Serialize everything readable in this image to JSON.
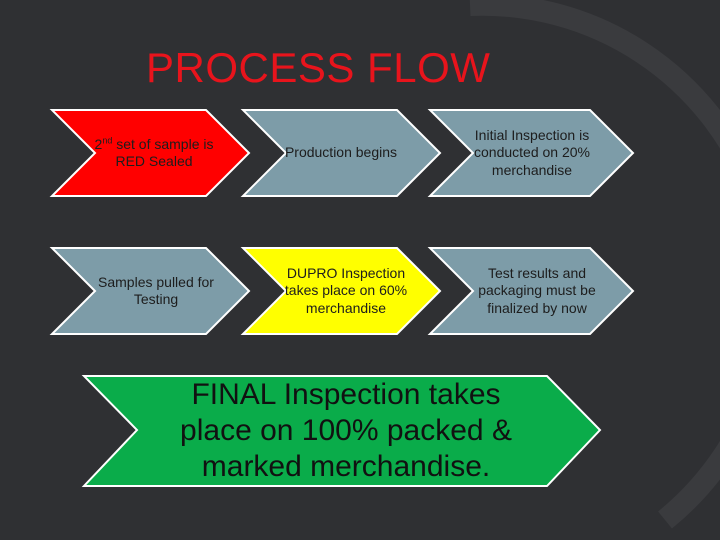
{
  "title": "PROCESS FLOW",
  "colors": {
    "background": "#2f3033",
    "title": "#e8141c",
    "red": "#ff0000",
    "grey_blue": "#7d9ca8",
    "yellow": "#ffff00",
    "green": "#0aac4a",
    "border": "#ffffff"
  },
  "steps": [
    {
      "ordinal": "2",
      "ordinal_suffix": "nd",
      "rest": " set of sample is RED Sealed"
    },
    {
      "text": "Production begins"
    },
    {
      "text": "Initial Inspection is conducted on 20% merchandise"
    },
    {
      "text": "Samples pulled for Testing"
    },
    {
      "text": "DUPRO Inspection takes place on 60% merchandise"
    },
    {
      "text": "Test results and packaging must be finalized by now"
    }
  ],
  "final_step": {
    "text": "FINAL Inspection takes place on 100% packed & marked merchandise."
  }
}
